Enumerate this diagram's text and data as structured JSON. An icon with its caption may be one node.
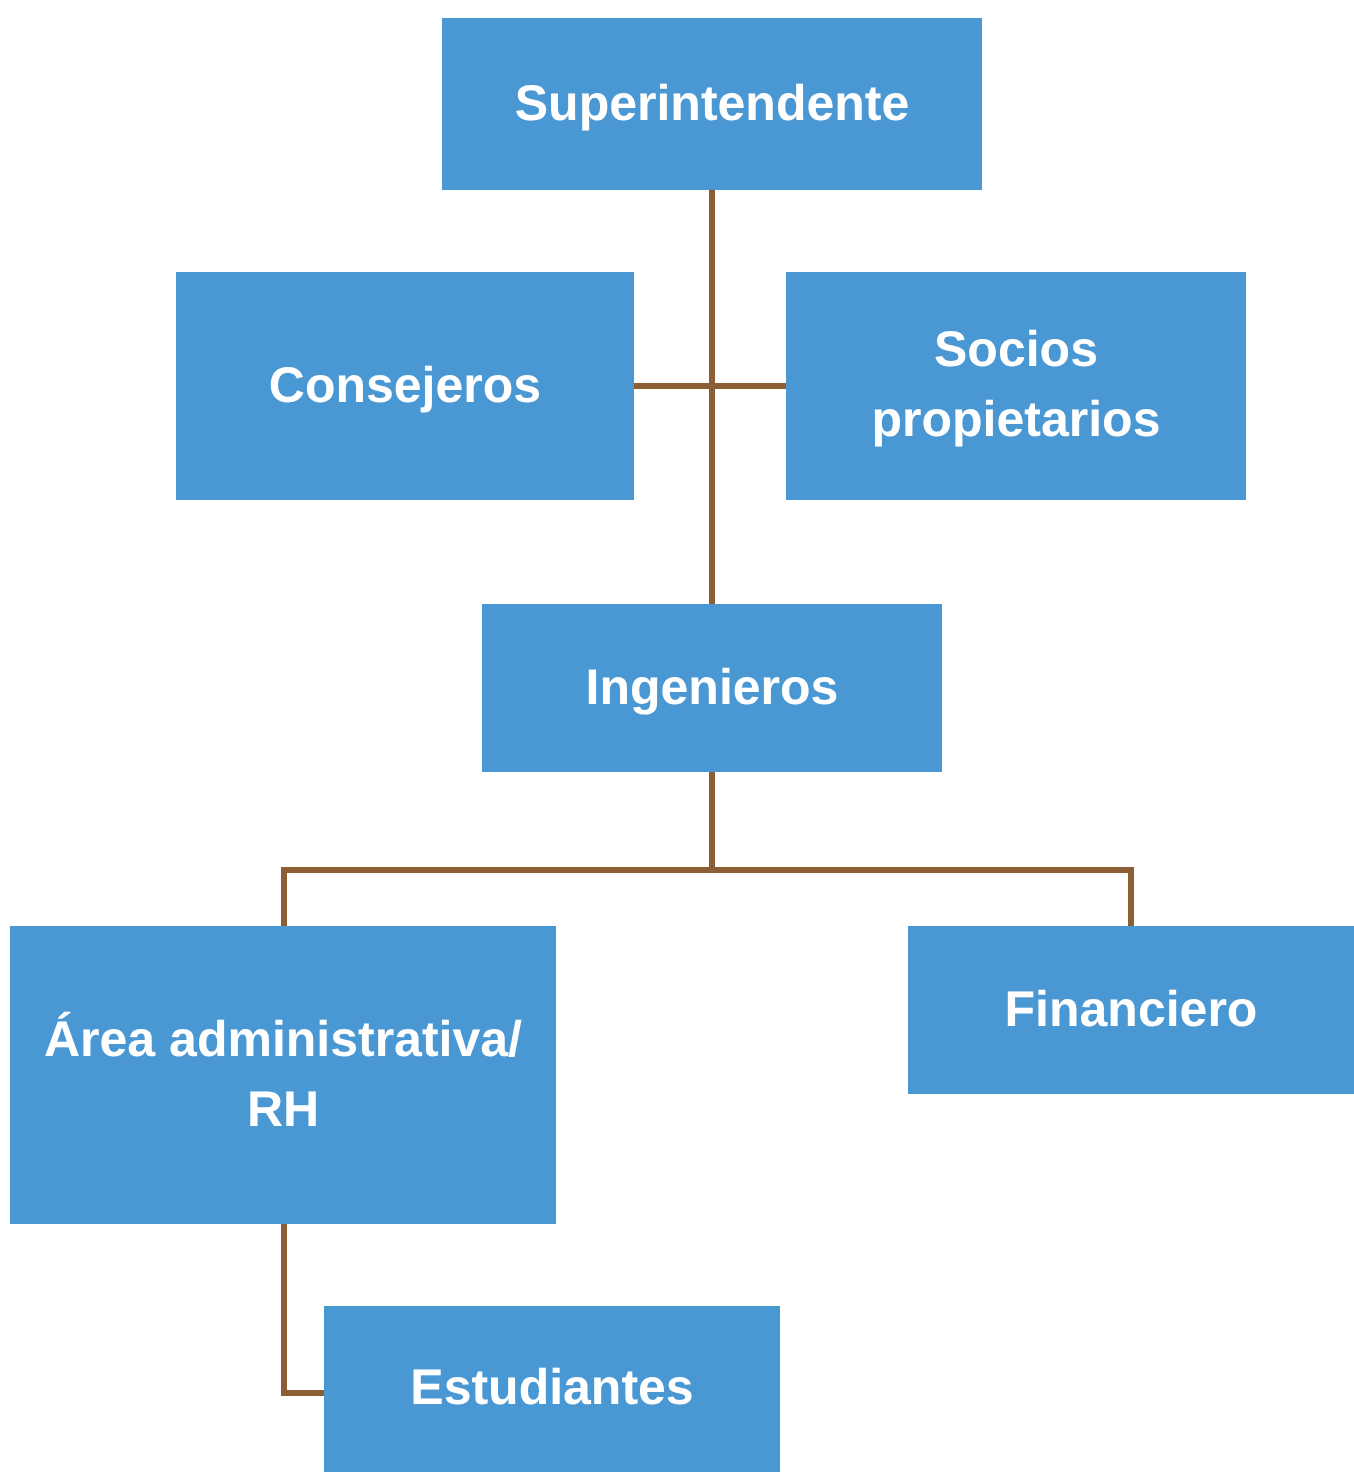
{
  "diagram": {
    "nodes": [
      {
        "text": [
          "Superintendente"
        ]
      },
      {
        "text": [
          "Consejeros"
        ]
      },
      {
        "text": [
          "Socios propietarios"
        ]
      },
      {
        "text": [
          "Ingenieros"
        ]
      },
      {
        "text": [
          "Área administrativa/ RH"
        ]
      },
      {
        "text": [
          "Financiero"
        ]
      },
      {
        "text": [
          "Estudiantes"
        ]
      }
    ],
    "edges": [
      {
        "from": 0,
        "to": 1,
        "arrow": "none"
      },
      {
        "from": 0,
        "to": 2,
        "arrow": "none"
      },
      {
        "from": 0,
        "to": 3,
        "arrow": "none"
      },
      {
        "from": 3,
        "to": 4,
        "arrow": "none"
      },
      {
        "from": 3,
        "to": 5,
        "arrow": "none"
      },
      {
        "from": 4,
        "to": 6,
        "arrow": "none"
      }
    ]
  }
}
